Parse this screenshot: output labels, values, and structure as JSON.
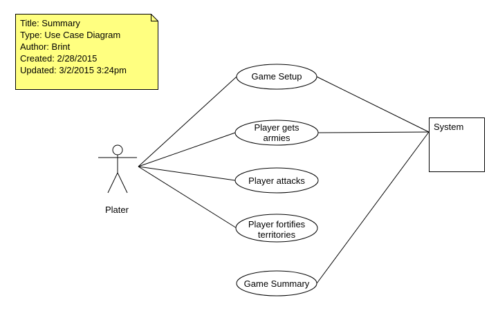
{
  "note": {
    "lines": [
      "Title: Summary",
      "Type: Use Case Diagram",
      "Author: Brint",
      "Created: 2/28/2015",
      "Updated: 3/2/2015 3:24pm"
    ],
    "fill_color": "#ffff80"
  },
  "actor": {
    "label": "Plater"
  },
  "system": {
    "label": "System"
  },
  "use_cases": [
    {
      "line1": "Game Setup",
      "line2": ""
    },
    {
      "line1": "Player gets",
      "line2": "armies"
    },
    {
      "line1": "Player attacks",
      "line2": ""
    },
    {
      "line1": "Player fortifies",
      "line2": "territories"
    },
    {
      "line1": "Game Summary",
      "line2": ""
    }
  ]
}
